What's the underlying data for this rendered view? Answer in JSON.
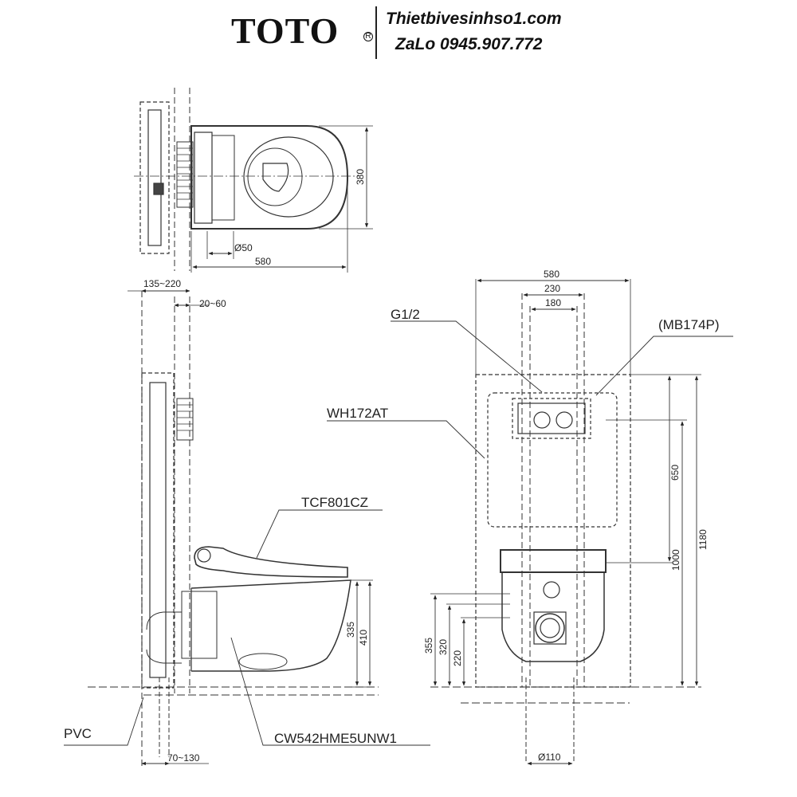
{
  "header": {
    "brand": "TOTO",
    "registered_mark": "R",
    "website": "Thietbivesinhso1.com",
    "phone": "ZaLo 0945.907.772"
  },
  "top_view": {
    "dim_width": "580",
    "dim_depth": "380",
    "dim_pipe": "Ø50"
  },
  "side_view": {
    "dim_wall_range": "135~220",
    "dim_offset": "20~60",
    "dim_seat_335": "335",
    "dim_seat_410": "410",
    "dim_floor": "70~130",
    "label_seat": "TCF801CZ",
    "label_bowl": "CW542HME5UNW1",
    "label_pvc": "PVC"
  },
  "front_view": {
    "dim_frame_width": "580",
    "dim_230": "230",
    "dim_180": "180",
    "dim_650": "650",
    "dim_1000": "1000",
    "dim_1180": "1180",
    "dim_355": "355",
    "dim_320": "320",
    "dim_220": "220",
    "dim_drain": "Ø110",
    "label_inlet": "G1/2",
    "label_plate": "(MB174P)",
    "label_frame": "WH172AT"
  }
}
